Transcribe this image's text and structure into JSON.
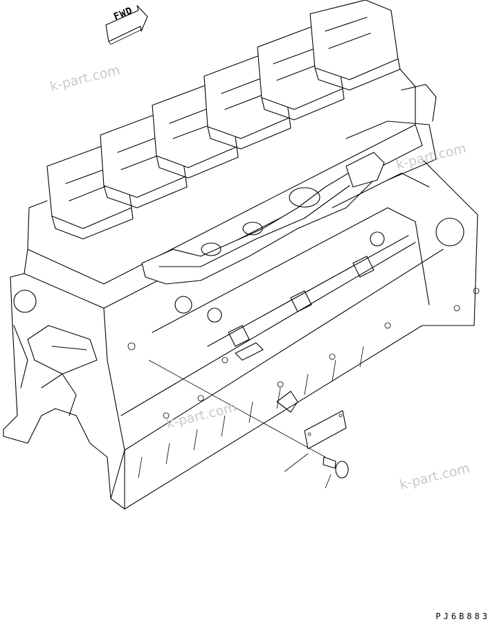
{
  "fwd_arrow": {
    "label": "FWD",
    "icon": "forward-arrow-icon"
  },
  "watermarks": [
    "k-part.com",
    "k-part.com",
    "k-part.com",
    "k-part.com"
  ],
  "drawing_code": "PJ6B883",
  "colors": {
    "line": "#000000",
    "watermark": "#c8c8c8",
    "background": "#ffffff"
  }
}
